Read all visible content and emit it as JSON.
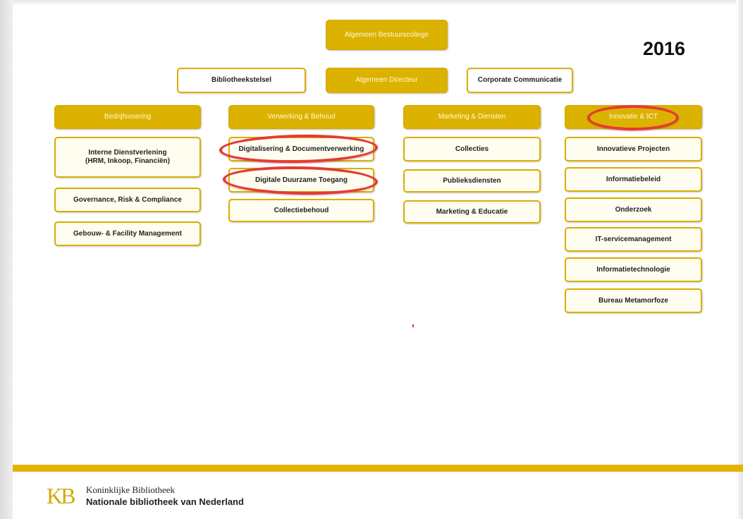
{
  "year": "2016",
  "top": {
    "board": "Algemeen Bestuurscollege",
    "left_staff": "Bibliotheekstelsel",
    "director": "Algemeen Directeur",
    "right_staff": "Corporate Communicatie"
  },
  "departments": [
    {
      "title": "Bedrijfsvoering",
      "units": [
        "Interne Dienstverlening\n(HRM, Inkoop, Financiën)",
        "Governance, Risk & Compliance",
        "Gebouw- & Facility Management"
      ]
    },
    {
      "title": "Verwerking & Behoud",
      "units": [
        "Digitalisering & Documentverwerking",
        "Digitale Duurzame Toegang",
        "Collectiebehoud"
      ]
    },
    {
      "title": "Marketing & Diensten",
      "units": [
        "Collecties",
        "Publieksdiensten",
        "Marketing & Educatie"
      ]
    },
    {
      "title": "Innovatie & ICT",
      "units": [
        "Innovatieve Projecten",
        "Informatiebeleid",
        "Onderzoek",
        "IT-servicemanagement",
        "Informatietechnologie",
        "Bureau Metamorfoze"
      ]
    }
  ],
  "footer": {
    "logo_mark": "KB",
    "line1": "Koninklijke Bibliotheek",
    "line2": "Nationale bibliotheek van Nederland"
  },
  "colors": {
    "gold": "#dcb200",
    "highlight_red": "#e43b33",
    "footer_bar": "#e3b300"
  }
}
